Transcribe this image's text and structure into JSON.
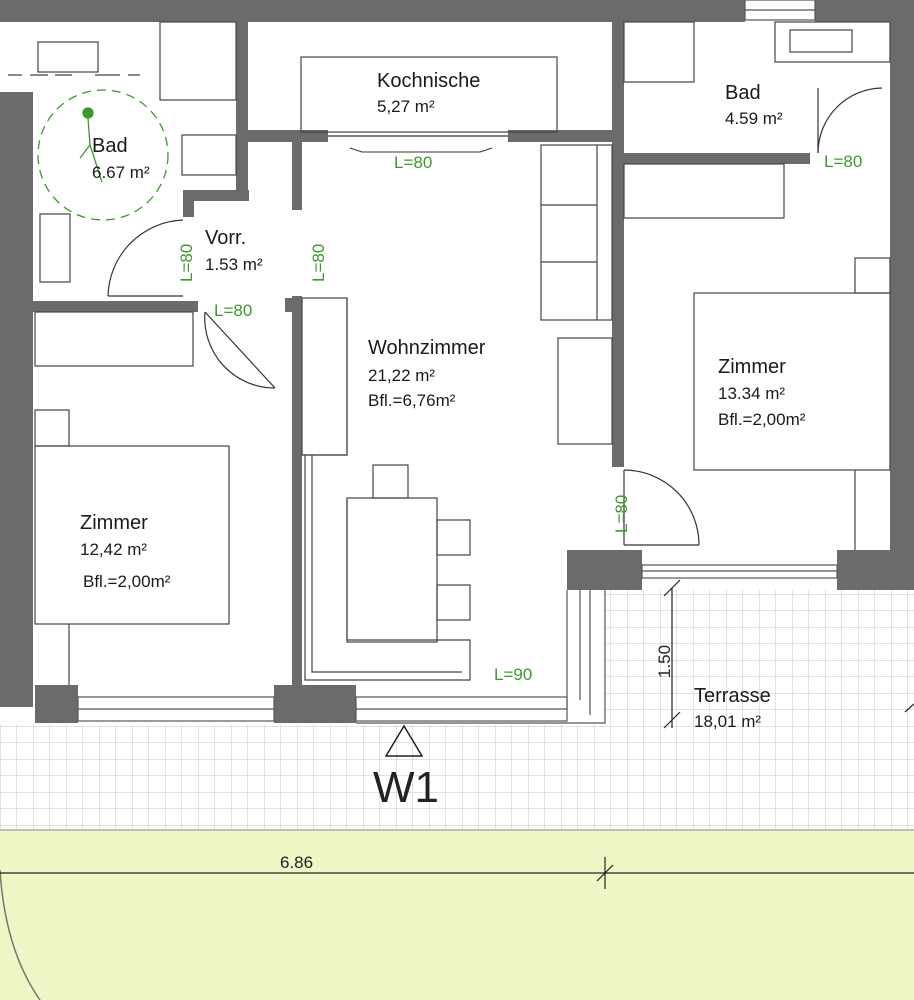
{
  "plan": {
    "rooms": [
      {
        "id": "bad-left",
        "name": "Bad",
        "area": "6.67 m²"
      },
      {
        "id": "kochnische",
        "name": "Kochnische",
        "area": "5,27 m²"
      },
      {
        "id": "bad-right",
        "name": "Bad",
        "area": "4.59 m²"
      },
      {
        "id": "vorraum",
        "name": "Vorr.",
        "area": "1.53 m²"
      },
      {
        "id": "wohnzimmer",
        "name": "Wohnzimmer",
        "area": "21,22 m²",
        "bfl": "Bfl.=6,76m²"
      },
      {
        "id": "zimmer-right",
        "name": "Zimmer",
        "area": "13.34 m²",
        "bfl": "Bfl.=2,00m²"
      },
      {
        "id": "zimmer-left",
        "name": "Zimmer",
        "area": "12,42 m²",
        "bfl": "Bfl.=2,00m²"
      },
      {
        "id": "terrasse",
        "name": "Terrasse",
        "area": "18,01 m²"
      }
    ],
    "door_labels": [
      "L=80",
      "L=80",
      "L=80",
      "L=80",
      "L=80",
      "L=80",
      "L=90"
    ],
    "dimensions": {
      "terrace_depth": "1.50",
      "width": "6.86"
    },
    "marker": "W1",
    "colors": {
      "wall": "#6b6b6b",
      "door_green": "#3c9a2c",
      "tile_line": "#bfbfbf",
      "garden": "#eef7c6"
    }
  }
}
